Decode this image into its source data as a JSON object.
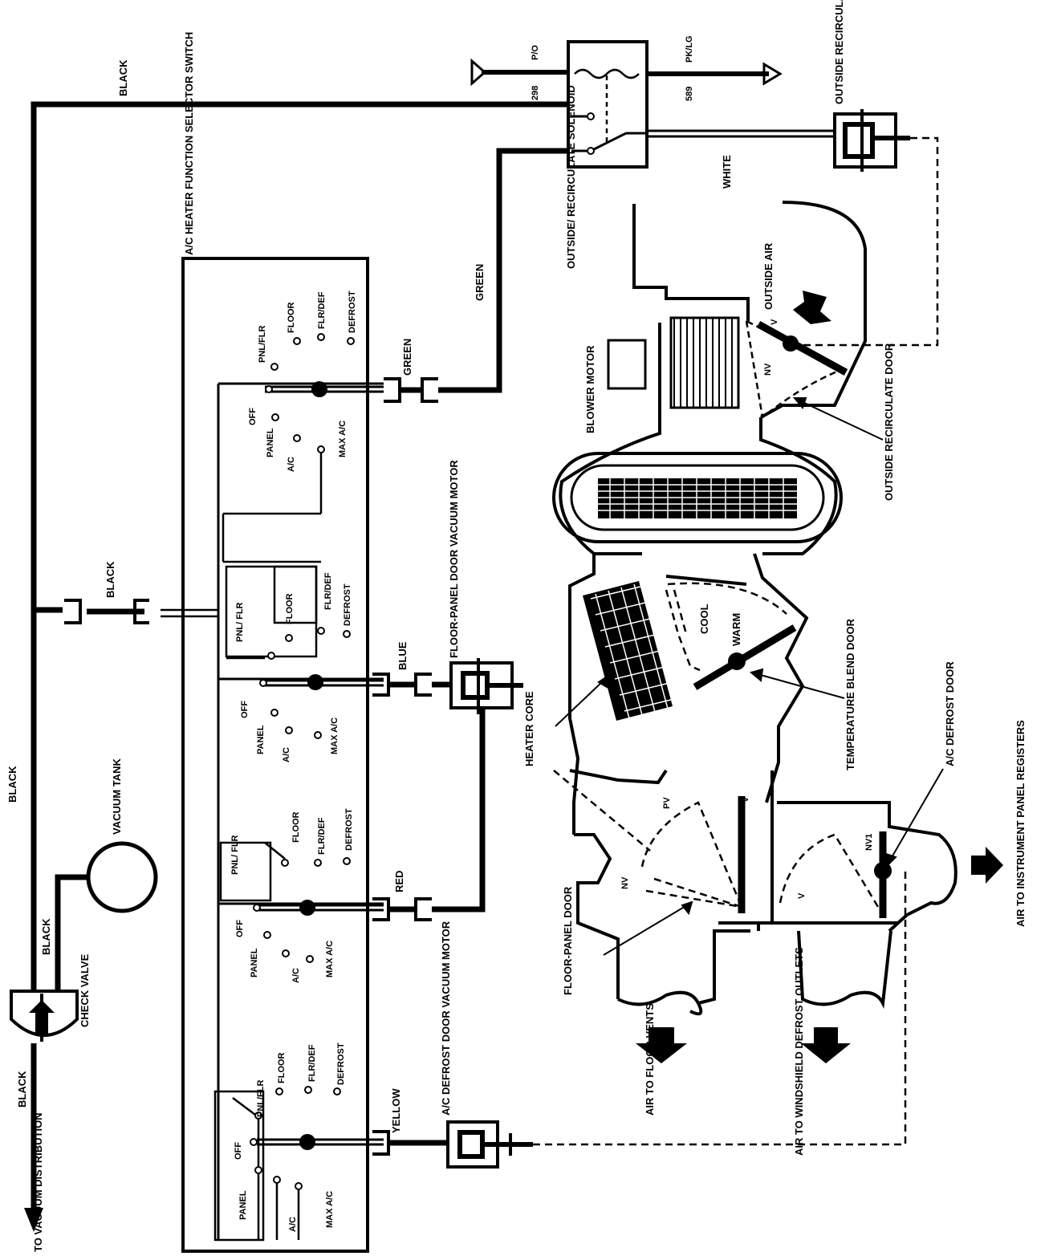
{
  "labels": {
    "to_vacuum_distribution": "TO VACUUM DISTRIBUTION",
    "check_valve": "CHECK VALVE",
    "vacuum_tank": "VACUUM TANK",
    "black": "BLACK",
    "green": "GREEN",
    "blue": "BLUE",
    "red": "RED",
    "yellow": "YELLOW",
    "white": "WHITE",
    "function_switch": "A/C HEATER FUNCTION SELECTOR SWITCH",
    "solenoid": "OUTSIDE/ RECIRCULATE SOLENOID",
    "recirc_motor": "OUTSIDE RECIRCULATE DOOR VACUUM MOTOR",
    "wire_left_color": "P/O",
    "wire_left_num": "298",
    "wire_right_color": "PK/LG",
    "wire_right_num": "589",
    "blower_motor": "BLOWER MOTOR",
    "outside_air": "OUTSIDE AIR",
    "outside_recirculate_door": "OUTSIDE RECIRCULATE DOOR",
    "floor_panel_motor": "FLOOR-PANEL DOOR VACUUM MOTOR",
    "defrost_motor": "A/C DEFROST DOOR VACUUM MOTOR",
    "heater_core": "HEATER CORE",
    "cool": "COOL",
    "warm": "WARM",
    "temp_blend_door": "TEMPERATURE BLEND DOOR",
    "ac_defrost_door": "A/C DEFROST DOOR",
    "floor_panel_door": "FLOOR-PANEL DOOR",
    "air_to_instrument": "AIR TO INSTRUMENT PANEL REGISTERS",
    "air_to_floor": "AIR TO FLOOR VENTS",
    "air_to_windshield": "AIR TO WINDSHIELD DEFROST OUTLETS",
    "mark_v": "V",
    "mark_nv": "NV",
    "mark_pv": "PV",
    "mark_nv1": "NV1"
  },
  "switch_positions": {
    "off": "OFF",
    "panel": "PANEL",
    "ac": "A/C",
    "max_ac": "MAX A/C",
    "pnl_flr": "PNL/FLR",
    "pnl_flr_split": "PNL/ FLR",
    "floor": "FLOOR",
    "flr_def": "FLR/DEF",
    "defrost": "DEFROST"
  }
}
